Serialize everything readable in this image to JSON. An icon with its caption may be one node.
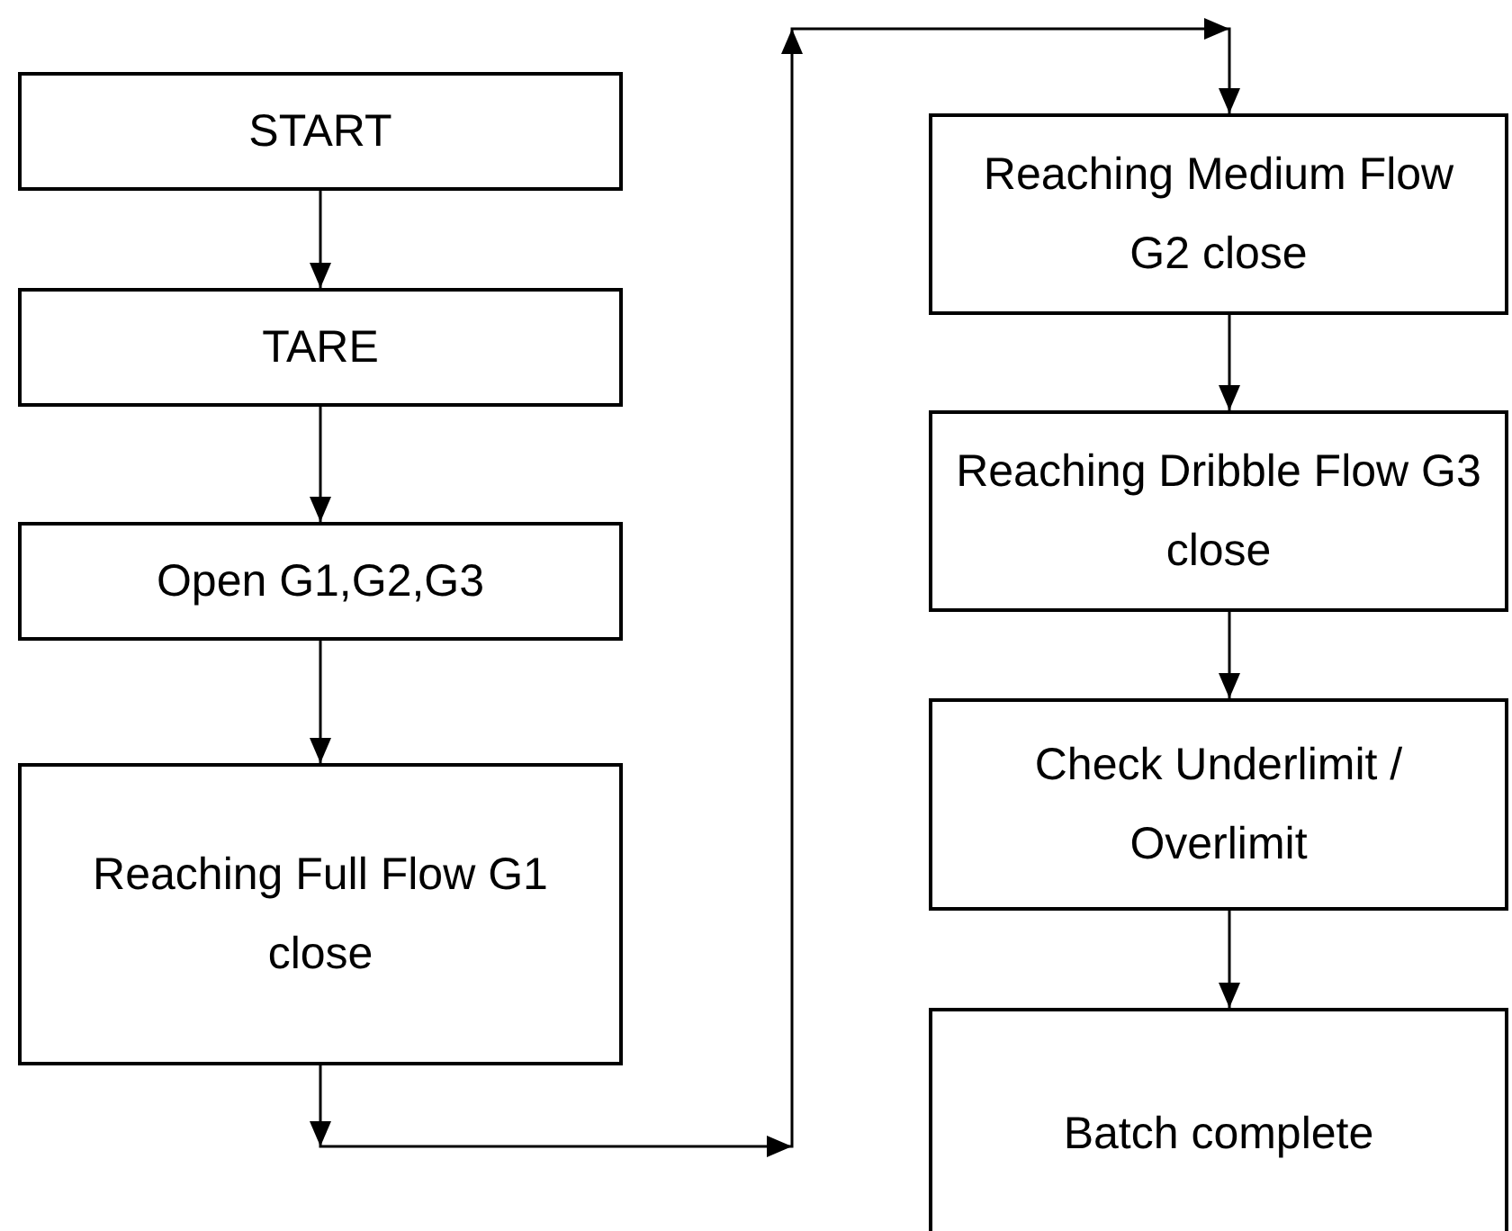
{
  "diagram": {
    "nodes": [
      {
        "text": [
          "START"
        ]
      },
      {
        "text": [
          "TARE"
        ]
      },
      {
        "text": [
          "Open G1,G2,G3"
        ]
      },
      {
        "text": [
          "Reaching Full Flow G1 close"
        ]
      },
      {
        "text": [
          "Reaching Medium Flow G2 close"
        ]
      },
      {
        "text": [
          "Reaching Dribble Flow G3 close"
        ]
      },
      {
        "text": [
          "Check Underlimit / Overlimit"
        ]
      },
      {
        "text": [
          "Batch complete"
        ]
      }
    ],
    "edges": [
      {
        "from": 0,
        "to": 1,
        "arrow": "to"
      },
      {
        "from": 1,
        "to": 2,
        "arrow": "to"
      },
      {
        "from": 2,
        "to": 3,
        "arrow": "to"
      },
      {
        "from": 3,
        "to": 4,
        "arrow": "to"
      },
      {
        "from": 4,
        "to": 5,
        "arrow": "to"
      },
      {
        "from": 5,
        "to": 6,
        "arrow": "to"
      },
      {
        "from": 6,
        "to": 7,
        "arrow": "to"
      }
    ]
  }
}
